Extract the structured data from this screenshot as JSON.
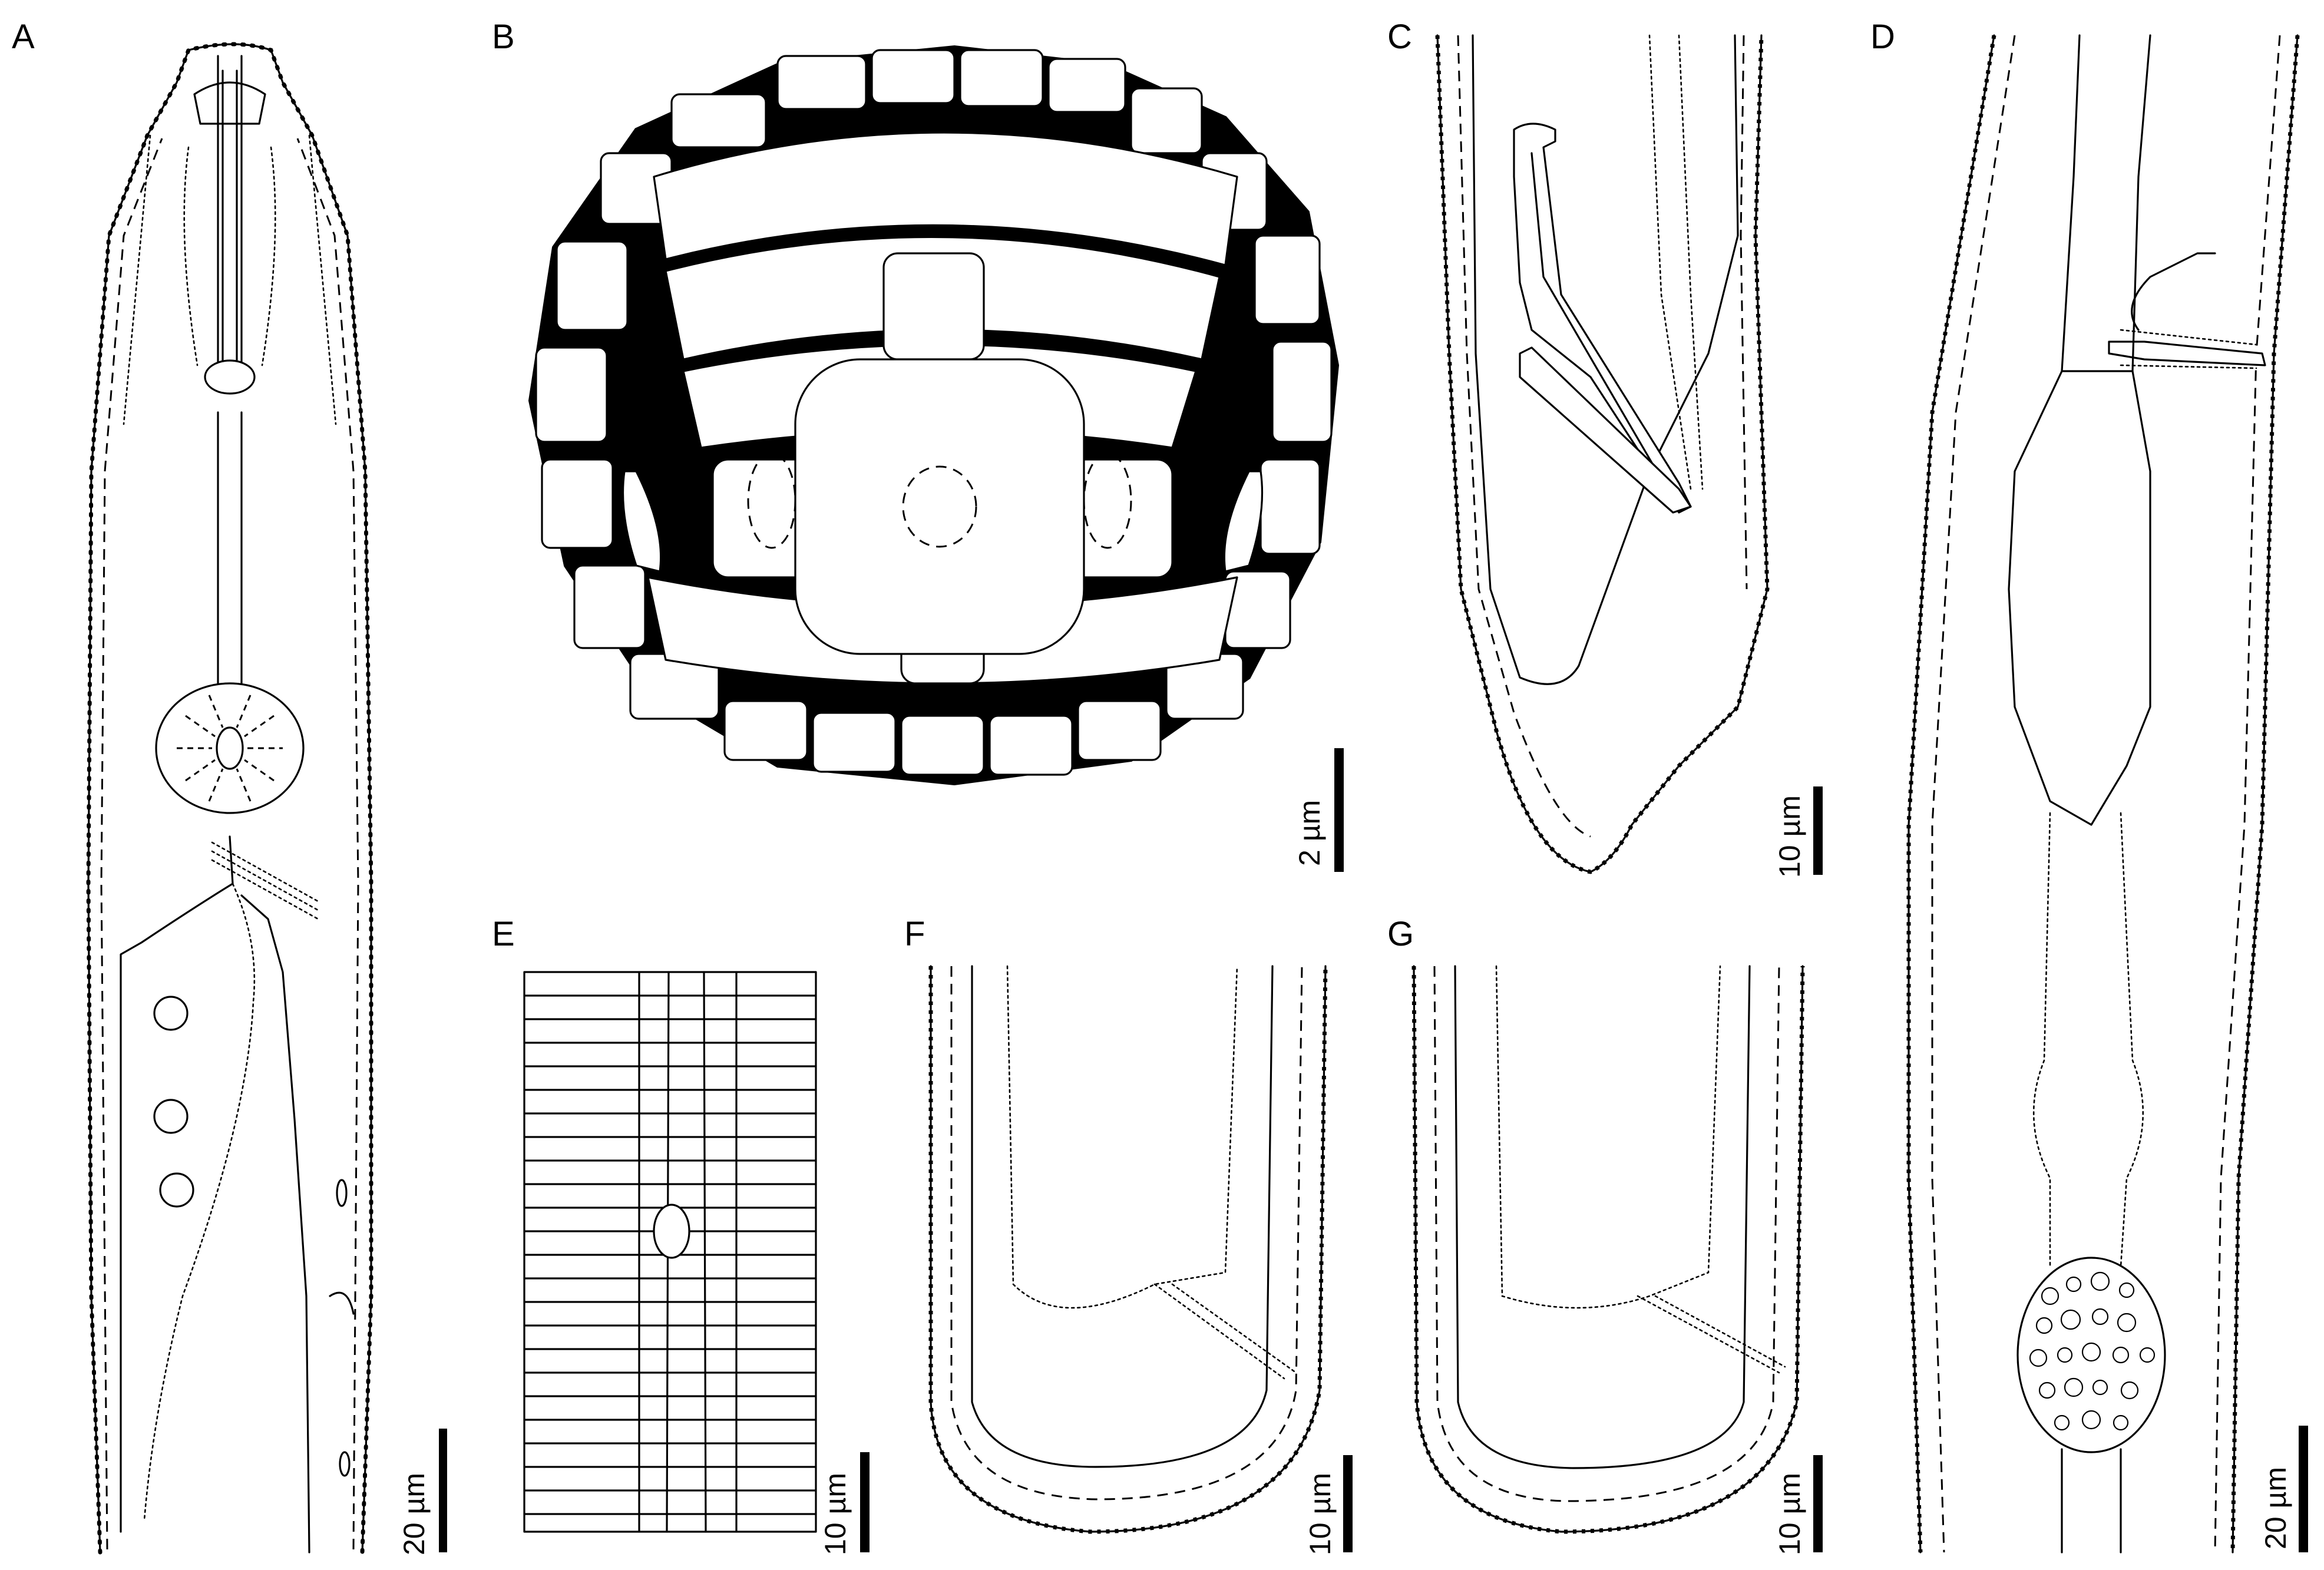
{
  "panels": [
    {
      "id": "A",
      "label": "A",
      "scale": "20 µm"
    },
    {
      "id": "B",
      "label": "B",
      "scale": "2 µm"
    },
    {
      "id": "C",
      "label": "C",
      "scale": "10 µm"
    },
    {
      "id": "D",
      "label": "D",
      "scale": "20 µm"
    },
    {
      "id": "E",
      "label": "E",
      "scale": "10 µm"
    },
    {
      "id": "F",
      "label": "F",
      "scale": "10 µm"
    },
    {
      "id": "G",
      "label": "G",
      "scale": "10 µm"
    }
  ]
}
